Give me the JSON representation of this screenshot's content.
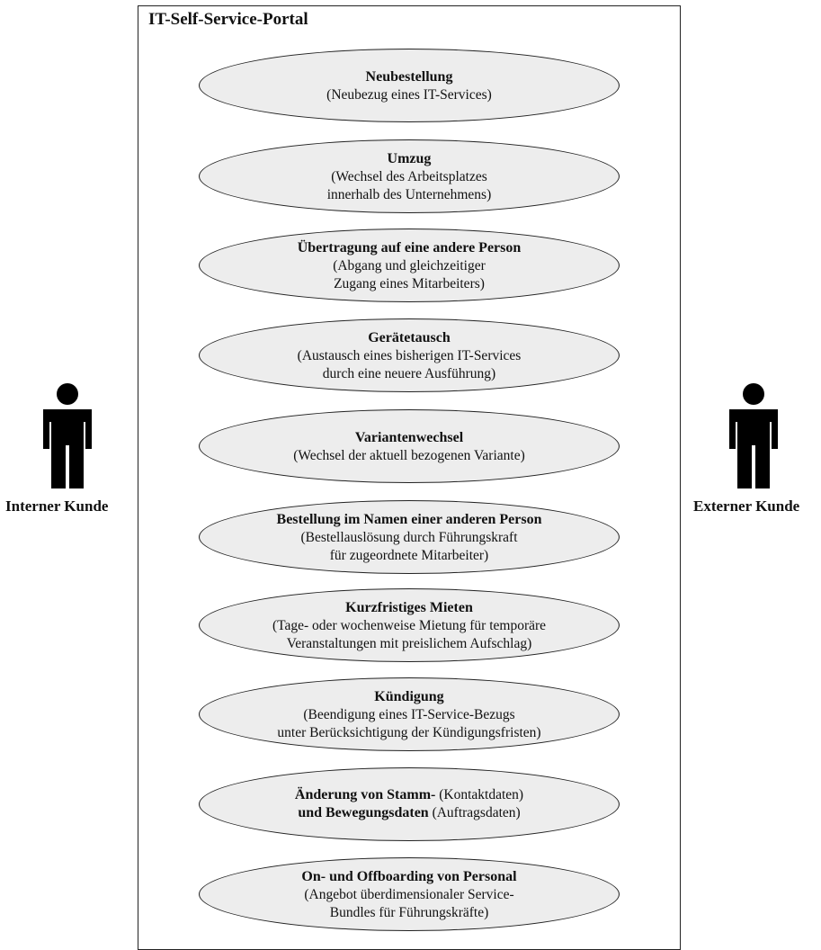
{
  "system": {
    "title": "IT-Self-Service-Portal"
  },
  "actors": {
    "left": {
      "label": "Interner Kunde",
      "icon": "person-icon"
    },
    "right": {
      "label": "Externer Kunde",
      "icon": "person-icon"
    }
  },
  "use_cases": [
    {
      "title": "Neubestellung",
      "lines": [
        "(Neubezug eines IT-Services)"
      ]
    },
    {
      "title": "Umzug",
      "lines": [
        "(Wechsel des Arbeitsplatzes",
        "innerhalb des Unternehmens)"
      ]
    },
    {
      "title": "Übertragung auf eine andere Person",
      "lines": [
        "(Abgang und gleichzeitiger",
        "Zugang eines Mitarbeiters)"
      ]
    },
    {
      "title": "Gerätetausch",
      "lines": [
        "(Austausch eines bisherigen IT-Services",
        "durch eine neuere Ausführung)"
      ]
    },
    {
      "title": "Variantenwechsel",
      "lines": [
        "(Wechsel der aktuell bezogenen Variante)"
      ]
    },
    {
      "title": "Bestellung im Namen einer anderen Person",
      "lines": [
        "(Bestellauslösung durch Führungskraft",
        "für zugeordnete Mitarbeiter)"
      ]
    },
    {
      "title": "Kurzfristiges Mieten",
      "lines": [
        "(Tage- oder wochenweise Mietung für temporäre",
        "Veranstaltungen mit preislichem Aufschlag)"
      ]
    },
    {
      "title": "Kündigung",
      "lines": [
        "(Beendigung eines IT-Service-Bezugs",
        "unter Berücksichtigung der Kündigungsfristen)"
      ]
    },
    {
      "line1_bold": "Änderung von Stamm-",
      "line1_normal": " (Kontaktdaten)",
      "line2_bold": "und Bewegungsdaten",
      "line2_normal": " (Auftragsdaten)"
    },
    {
      "title": "On- und Offboarding von Personal",
      "lines": [
        "(Angebot überdimensionaler Service-",
        "Bundles für Führungskräfte)"
      ]
    }
  ],
  "colors": {
    "usecase_fill": "#ededed",
    "stroke": "#222222",
    "actor": "#000000"
  }
}
